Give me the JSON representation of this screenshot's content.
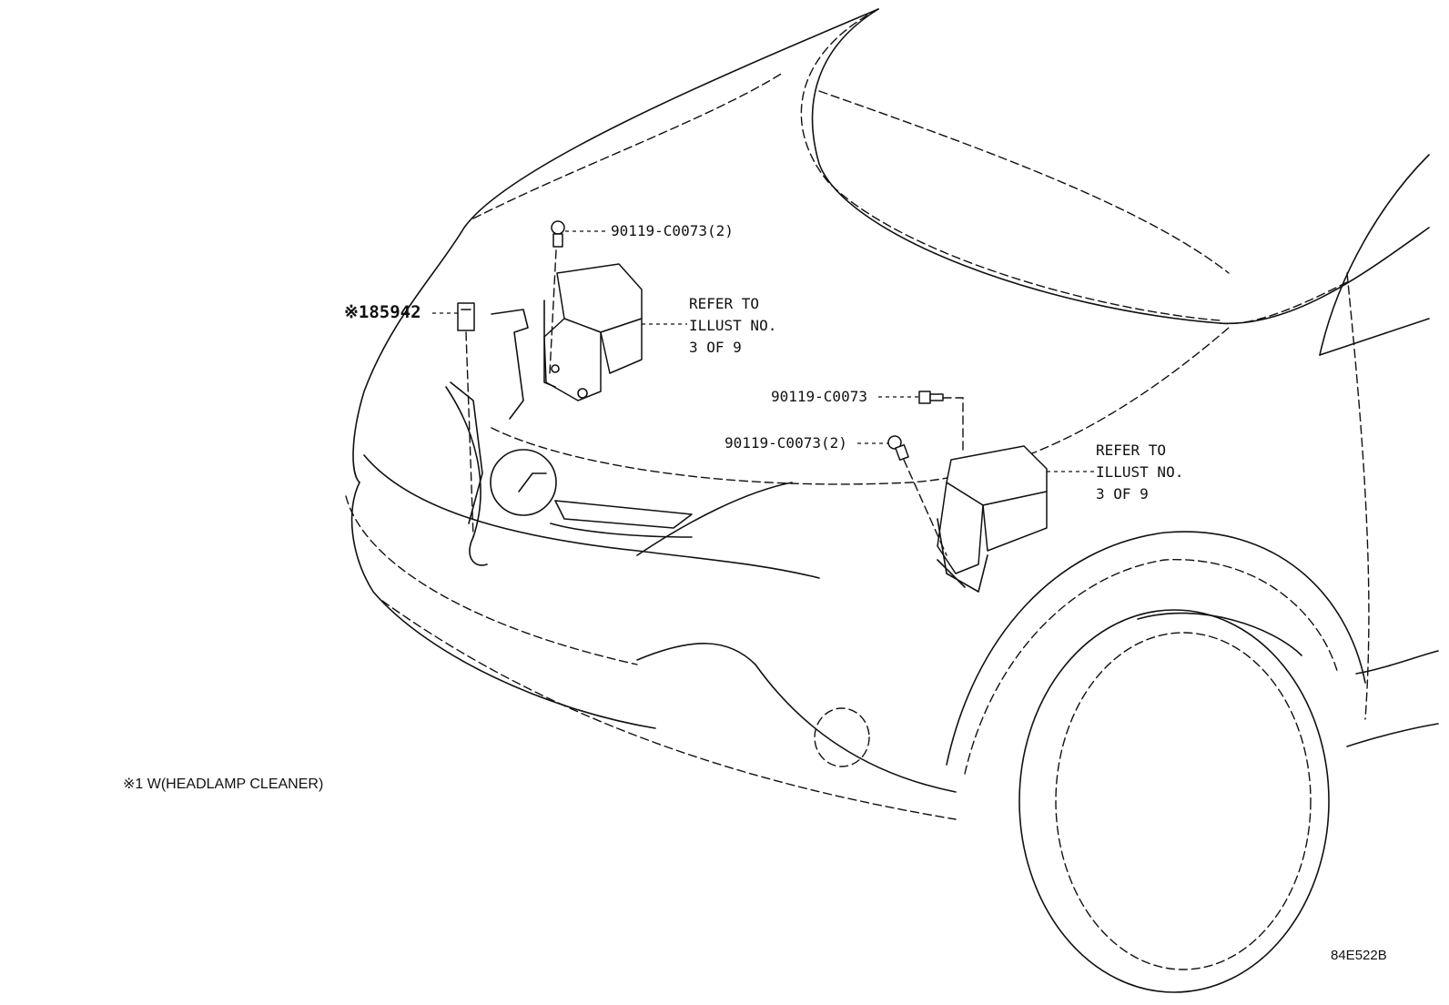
{
  "diagram": {
    "callouts": {
      "bolt_top": "90119-C0073(2)",
      "relay_top_ref": [
        "REFER TO",
        "ILLUST NO.",
        "3 OF 9"
      ],
      "part_left": "※185942",
      "bolt_mid": "90119-C0073",
      "bolt_lower": "90119-C0073(2)",
      "relay_right_ref": [
        "REFER TO",
        "ILLUST NO.",
        "3 OF 9"
      ]
    },
    "footnote": "※1 W(HEADLAMP CLEANER)",
    "drawing_code": "84E522B"
  }
}
